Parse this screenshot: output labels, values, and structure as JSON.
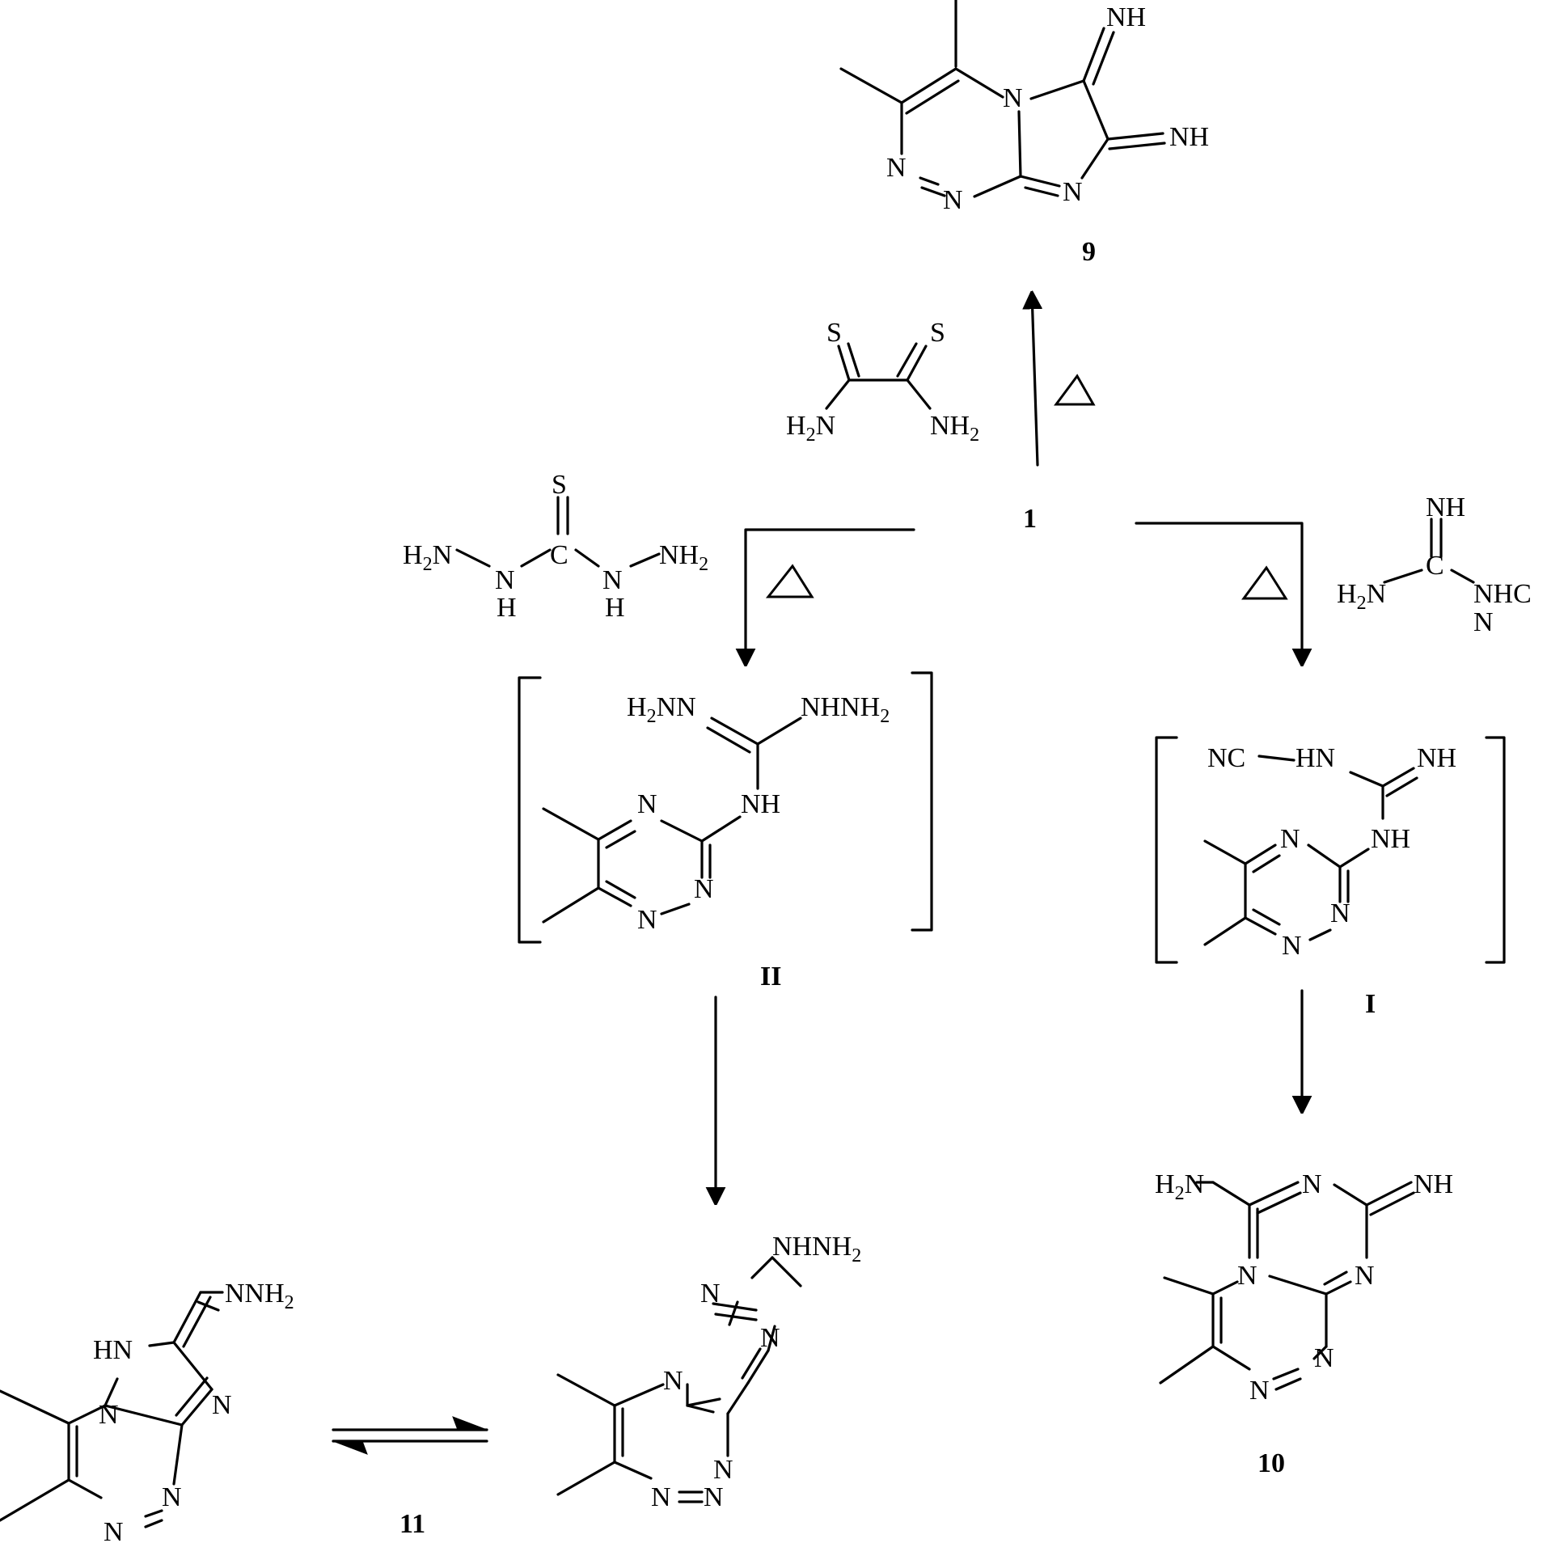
{
  "compounds": {
    "start": "1",
    "c9": "9",
    "c10": "10",
    "c11": "11",
    "int_I": "I",
    "int_II": "II"
  },
  "conditions": {
    "heat_symbol": "△"
  },
  "atoms": {
    "N": "N",
    "NH": "NH",
    "HN": "HN",
    "H": "H",
    "S": "S",
    "C": "C",
    "NC": "NC",
    "H2N": "H",
    "NH2": "NH",
    "sub2": "2",
    "NHNH": "NHNH",
    "HNN_h": "H",
    "NNH": "NNH",
    "NHC": "NHC",
    "minus_N": "N",
    "HN_dash": "HN"
  }
}
